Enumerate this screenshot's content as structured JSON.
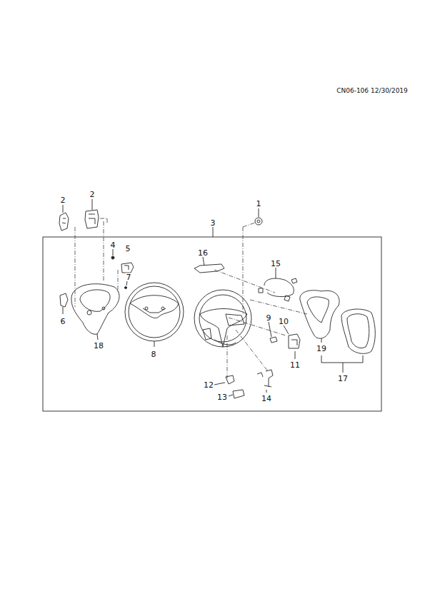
{
  "diagram": {
    "labels": [
      "CN06-106 12/30/2019",
      "2",
      "2",
      "1",
      "3",
      "4",
      "5",
      "16",
      "7",
      "15",
      "6",
      "9",
      "10",
      "18",
      "8",
      "19",
      "11",
      "17",
      "12",
      "13",
      "14"
    ]
  }
}
